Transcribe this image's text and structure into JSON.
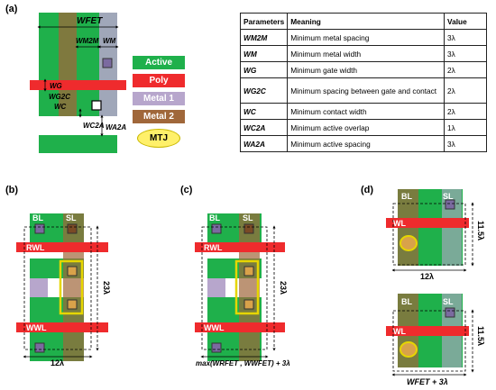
{
  "panels": {
    "a": "(a)",
    "b": "(b)",
    "c": "(c)",
    "d": "(d)"
  },
  "panel_a": {
    "labels": {
      "wfet": "WFET",
      "wm2m": "WM2M",
      "wm": "WM",
      "wg": "WG",
      "wg2c": "WG2C",
      "wc": "WC",
      "wc2a": "WC2A",
      "wa2a": "WA2A"
    }
  },
  "legend": {
    "active": "Active",
    "poly": "Poly",
    "metal1": "Metal 1",
    "metal2": "Metal 2",
    "mtj": "MTJ",
    "colors": {
      "active": "#1fb04b",
      "poly": "#ef2b2d",
      "metal1": "#b7a6cc",
      "metal2": "#a0673a",
      "mtj": "#fff06a"
    }
  },
  "table": {
    "headers": [
      "Parameters",
      "Meaning",
      "Value"
    ],
    "rows": [
      {
        "param": "WM2M",
        "meaning": "Minimum metal spacing",
        "value": "3λ"
      },
      {
        "param": "WM",
        "meaning": "Minimum metal width",
        "value": "3λ"
      },
      {
        "param": "WG",
        "meaning": "Minimum gate width",
        "value": "2λ"
      },
      {
        "param": "WG2C",
        "meaning": "Minimum spacing between gate and contact",
        "value": "2λ"
      },
      {
        "param": "WC",
        "meaning": "Minimum contact width",
        "value": "2λ"
      },
      {
        "param": "WC2A",
        "meaning": "Minimum active overlap",
        "value": "1λ"
      },
      {
        "param": "WA2A",
        "meaning": "Minimum active spacing",
        "value": "3λ"
      }
    ]
  },
  "panel_b": {
    "bl": "BL",
    "sl": "SL",
    "rwl": "RWL",
    "wwl": "WWL",
    "height": "23λ",
    "width": "12λ"
  },
  "panel_c": {
    "bl": "BL",
    "sl": "SL",
    "rwl": "RWL",
    "wwl": "WWL",
    "height": "23λ",
    "width": "max(WRFET , WWFET) + 3λ"
  },
  "panel_d": {
    "top": {
      "bl": "BL",
      "sl": "SL",
      "wl": "WL",
      "height": "11.5λ",
      "width": "12λ"
    },
    "bottom": {
      "bl": "BL",
      "sl": "SL",
      "wl": "WL",
      "height": "11.5λ",
      "width": "WFET + 3λ"
    }
  }
}
